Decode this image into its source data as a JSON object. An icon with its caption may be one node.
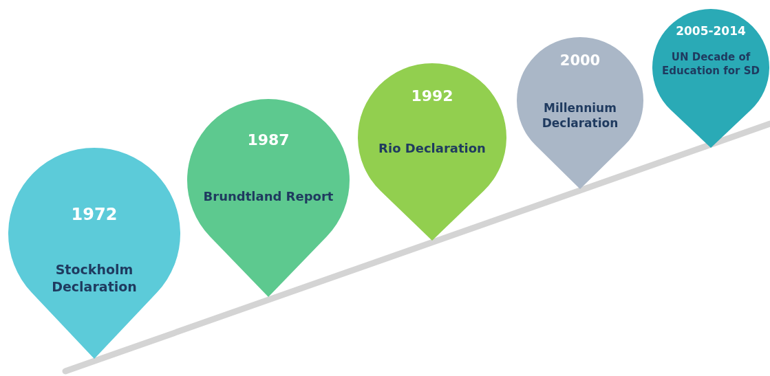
{
  "diagram": {
    "nodes": [
      {
        "text": [
          "1972",
          "Stockholm Declaration"
        ]
      },
      {
        "text": [
          "1987",
          "Brundtland Report"
        ]
      },
      {
        "text": [
          "1992",
          "Rio Declaration"
        ]
      },
      {
        "text": [
          "2000",
          "Millennium Declaration"
        ]
      },
      {
        "text": [
          "2005-2014",
          "UN Decade of Education for SD"
        ]
      }
    ]
  }
}
